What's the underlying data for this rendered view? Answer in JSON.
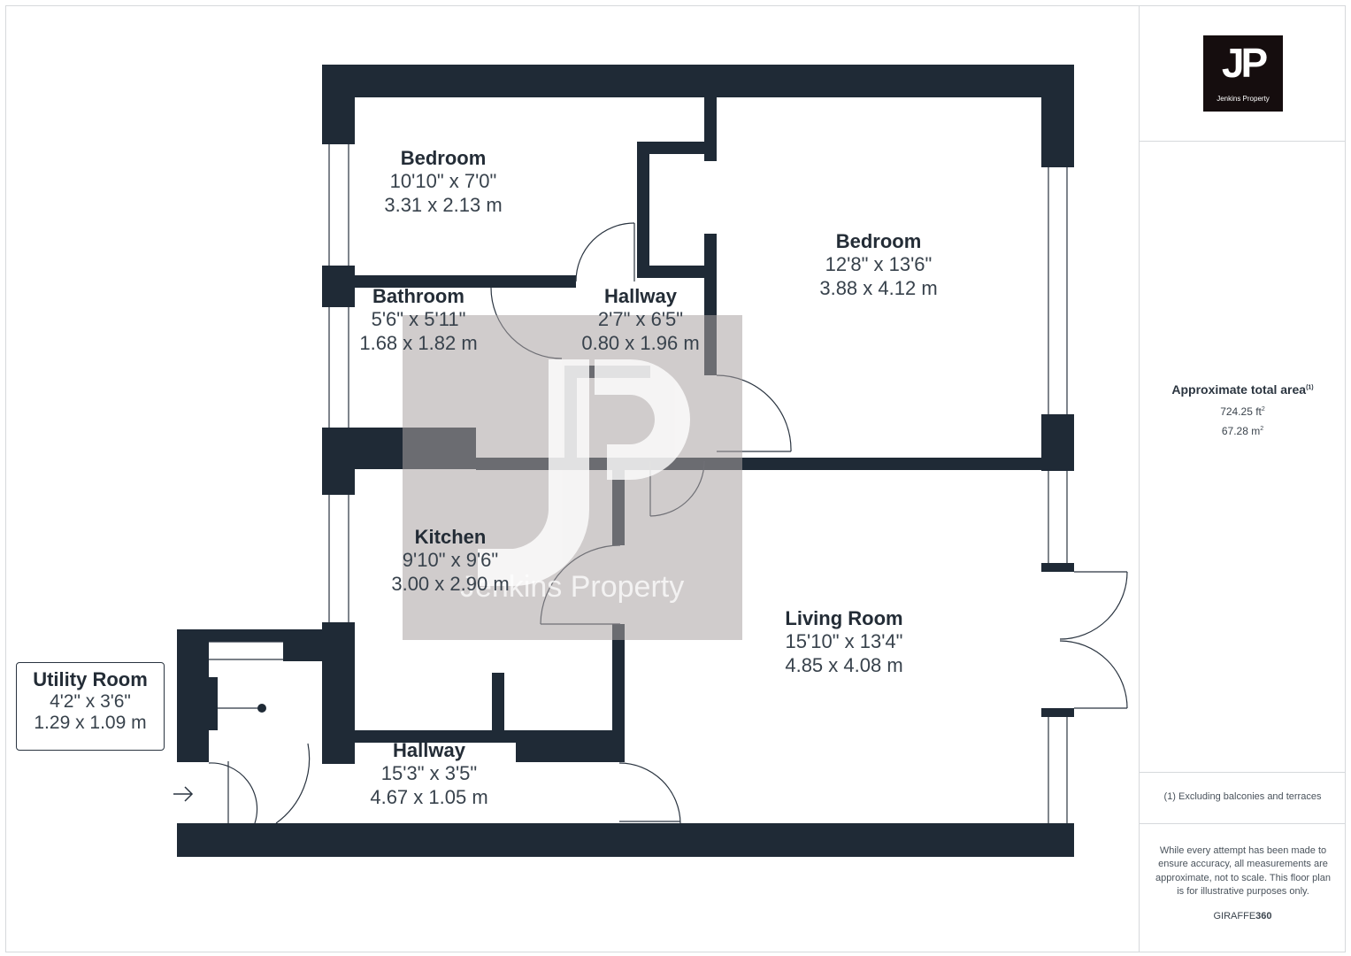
{
  "rooms": {
    "bedroom1": {
      "name": "Bedroom",
      "imperial": "10'10\" x 7'0\"",
      "metric": "3.31 x 2.13 m"
    },
    "bedroom2": {
      "name": "Bedroom",
      "imperial": "12'8\" x 13'6\"",
      "metric": "3.88 x 4.12 m"
    },
    "bathroom": {
      "name": "Bathroom",
      "imperial": "5'6\" x 5'11\"",
      "metric": "1.68 x 1.82 m"
    },
    "hallway1": {
      "name": "Hallway",
      "imperial": "2'7\" x 6'5\"",
      "metric": "0.80 x 1.96 m"
    },
    "kitchen": {
      "name": "Kitchen",
      "imperial": "9'10\" x 9'6\"",
      "metric": "3.00 x 2.90 m"
    },
    "living": {
      "name": "Living Room",
      "imperial": "15'10\" x 13'4\"",
      "metric": "4.85 x 4.08 m"
    },
    "utility": {
      "name": "Utility Room",
      "imperial": "4'2\" x 3'6\"",
      "metric": "1.29 x 1.09 m"
    },
    "hallway2": {
      "name": "Hallway",
      "imperial": "15'3\" x 3'5\"",
      "metric": "4.67 x 1.05 m"
    }
  },
  "watermark": {
    "initials": "JP",
    "brand": "Jenkins Property"
  },
  "sidebar": {
    "logo_initials": "JP",
    "logo_brand": "Jenkins Property",
    "area_title": "Approximate total area",
    "area_note_marker": "(1)",
    "area_ft": "724.25 ft",
    "area_m": "67.28 m",
    "area_unit_sup": "2",
    "footnote": "(1) Excluding balconies and terraces",
    "disclaimer": "While every attempt has been made to ensure accuracy, all measurements are approximate, not to scale. This floor plan is for illustrative purposes only.",
    "credit_prefix": "GIRAFFE",
    "credit_suffix": "360"
  },
  "colors": {
    "wall": "#1f2a36",
    "watermark_box": "#a9a3a3",
    "text": "#2b3540"
  }
}
